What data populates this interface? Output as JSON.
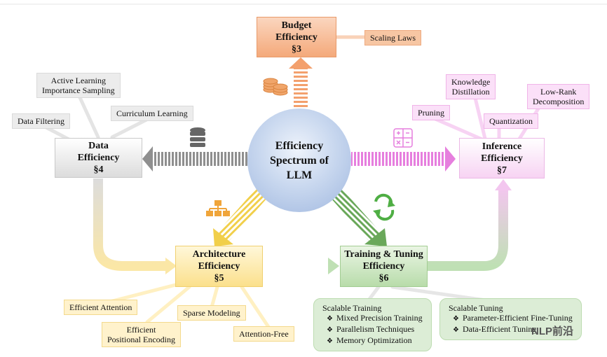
{
  "center": {
    "line1": "Efficiency",
    "line2": "Spectrum of",
    "line3": "LLM"
  },
  "budget": {
    "line1": "Budget",
    "line2": "Efficiency",
    "section": "§3",
    "tags": [
      "Scaling Laws"
    ]
  },
  "data": {
    "line1": "Data",
    "line2": "Efficiency",
    "section": "§4",
    "tags": [
      "Active Learning\nImportance Sampling",
      "Curriculum Learning",
      "Data Filtering"
    ]
  },
  "inference": {
    "line1": "Inference",
    "line2": "Efficiency",
    "section": "§7",
    "tags": [
      "Knowledge\nDistillation",
      "Low-Rank\nDecomposition",
      "Pruning",
      "Quantization"
    ]
  },
  "architecture": {
    "line1": "Architecture",
    "line2": "Efficiency",
    "section": "§5",
    "tags": [
      "Efficient Attention",
      "Sparse Modeling",
      "Efficient\nPositional Encoding",
      "Attention-Free"
    ]
  },
  "training": {
    "line1": "Training & Tuning",
    "line2": "Efficiency",
    "section": "§6",
    "scalable_training": {
      "title": "Scalable Training",
      "items": [
        "Mixed Precision Training",
        "Parallelism Techniques",
        "Memory Optimization"
      ]
    },
    "scalable_tuning": {
      "title": "Scalable Tuning",
      "items": [
        "Parameter-Efficient Fine-Tuning",
        "Data-Efficient Tuning"
      ]
    }
  },
  "watermark": "NLP前沿",
  "icons": {
    "budget": "coins-icon",
    "data": "database-icon",
    "inference": "calculator-icon",
    "architecture": "hierarchy-icon",
    "training": "recycle-icon"
  },
  "colors": {
    "budget": "#f4a97a",
    "data": "#a8a8a8",
    "inference": "#e68fe0",
    "architecture": "#f4d35e",
    "training": "#7cb96b"
  }
}
